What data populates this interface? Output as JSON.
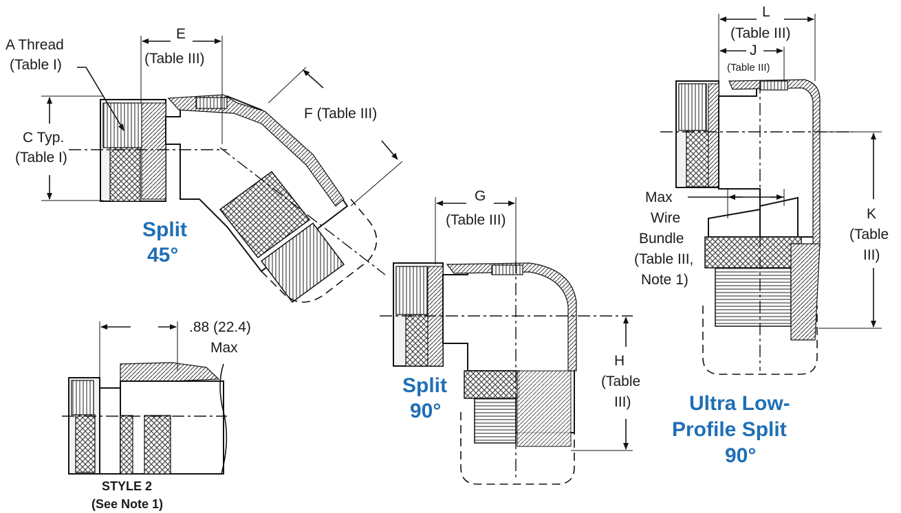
{
  "colors": {
    "title_blue": "#1f6fb5",
    "line": "#111111",
    "knurl": "#555555"
  },
  "labels": {
    "a_thread_1": "A Thread",
    "a_thread_2": "(Table I)",
    "c_typ_1": "C Typ.",
    "c_typ_2": "(Table I)",
    "e_1": "E",
    "e_2": "(Table III)",
    "f_1": "F (Table III)",
    "g_1": "G",
    "g_2": "(Table III)",
    "h_1": "H",
    "h_2": "(Table",
    "h_3": "III)",
    "l_1": "L",
    "l_2": "(Table III)",
    "j_1": "J",
    "j_2": "(Table III)",
    "k_1": "K",
    "k_2": "(Table",
    "k_3": "III)",
    "max_1": "Max",
    "max_2": "Wire",
    "max_3": "Bundle",
    "max_4": "(Table III,",
    "max_5": "Note 1)",
    "style2_dim_1": ".88 (22.4)",
    "style2_dim_2": "Max"
  },
  "titles": {
    "split45_1": "Split",
    "split45_2": "45°",
    "split90_1": "Split",
    "split90_2": "90°",
    "ulp_1": "Ultra Low-",
    "ulp_2": "Profile Split",
    "ulp_3": "90°",
    "style2_1": "STYLE 2",
    "style2_2": "(See Note 1)"
  }
}
